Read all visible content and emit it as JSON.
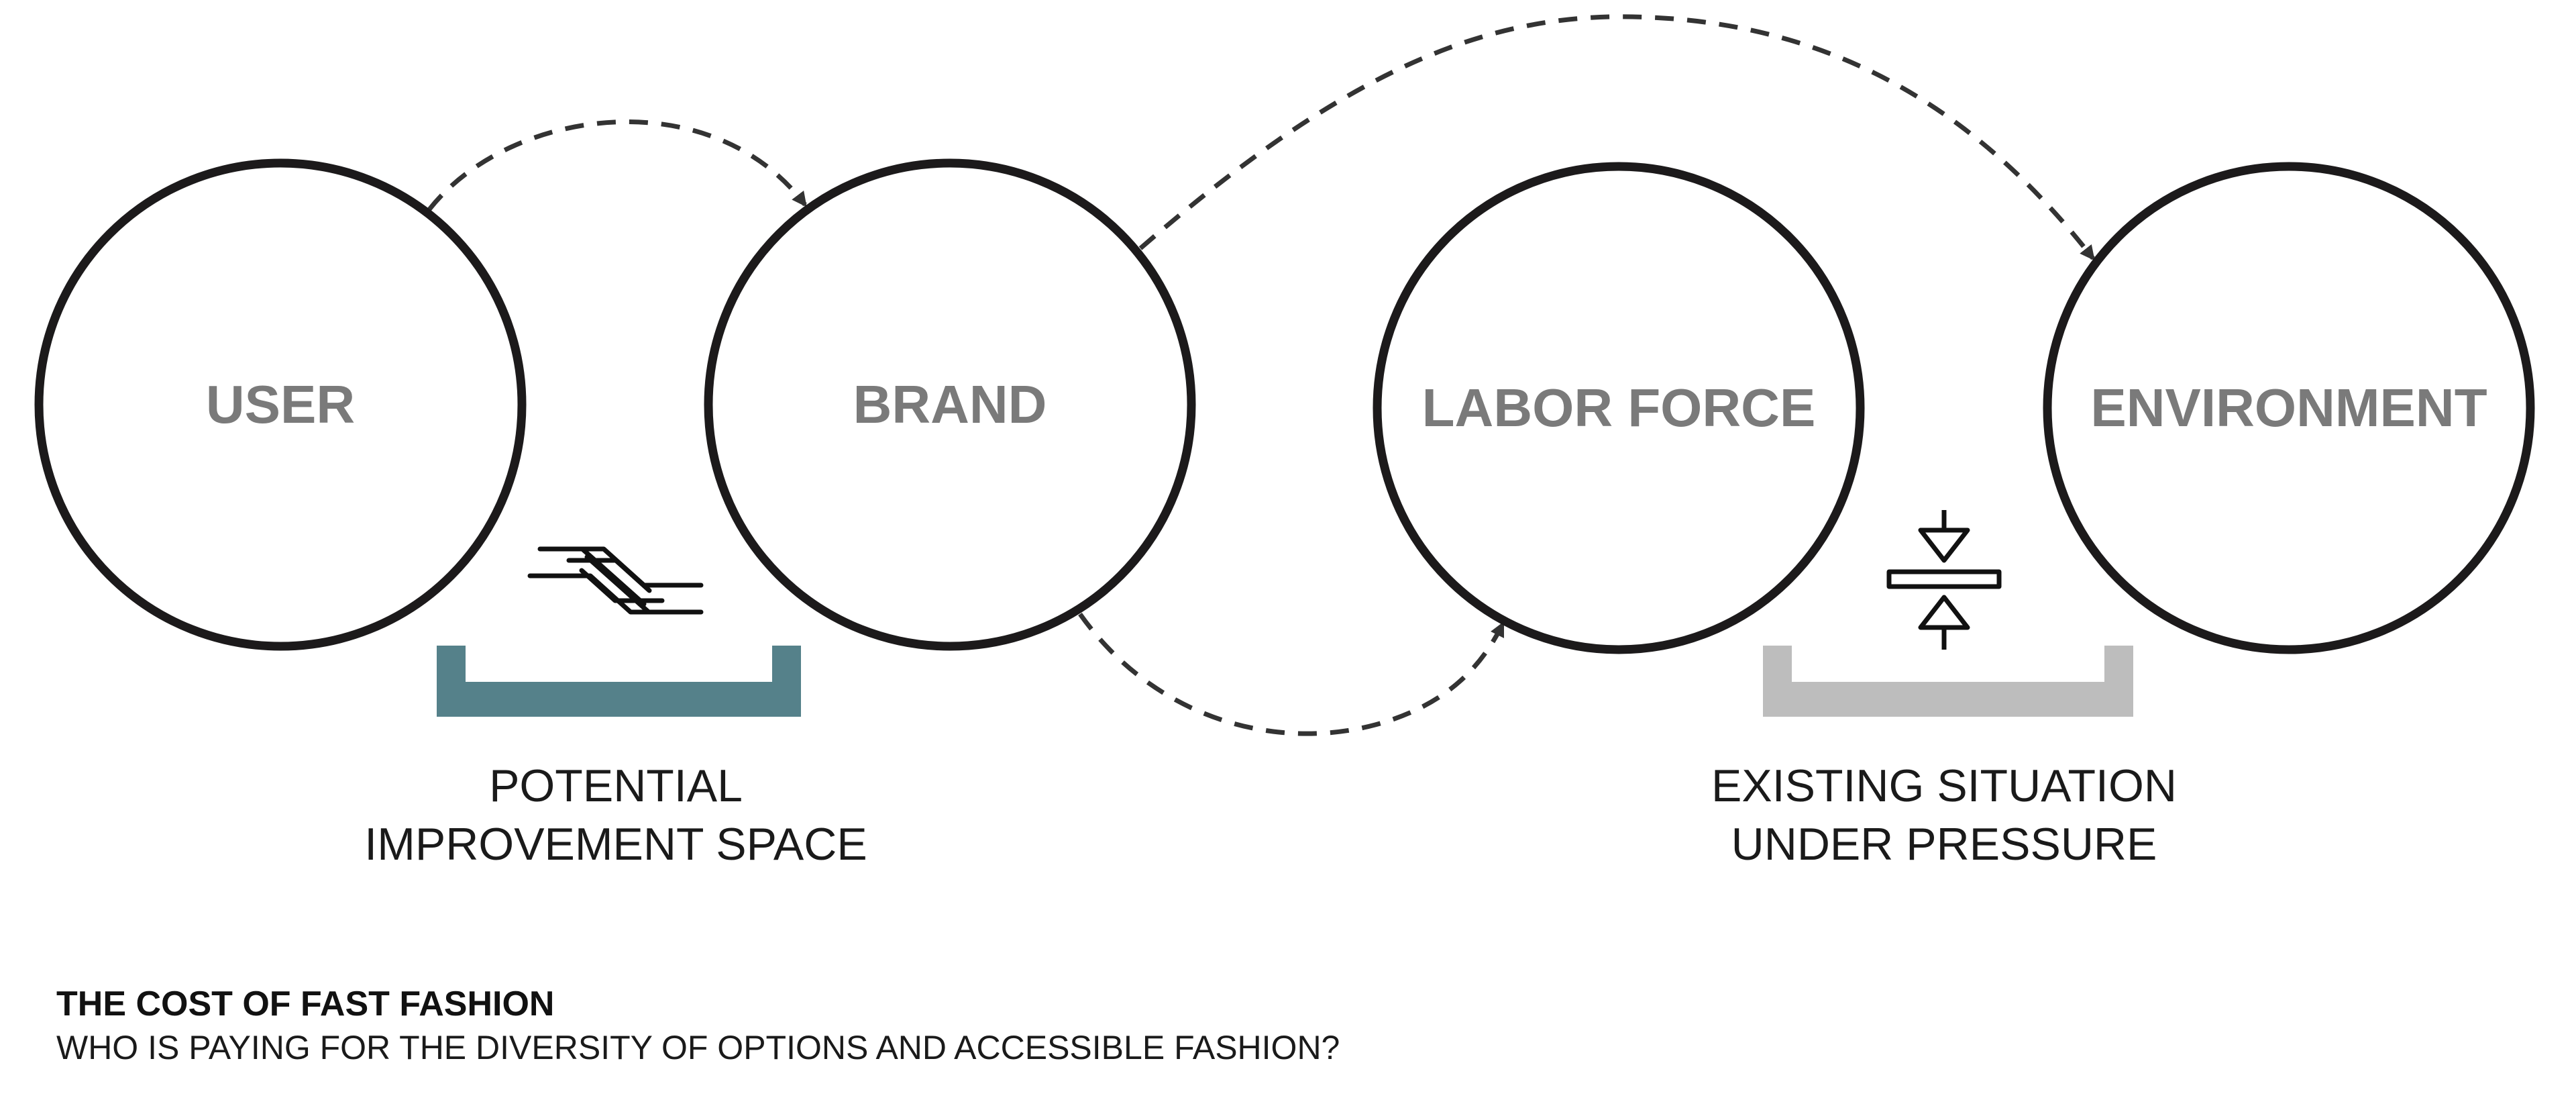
{
  "nodes": [
    {
      "id": "user",
      "label": "USER"
    },
    {
      "id": "brand",
      "label": "BRAND"
    },
    {
      "id": "labor",
      "label": "LABOR FORCE"
    },
    {
      "id": "environment",
      "label": "ENVIRONMENT"
    }
  ],
  "brackets": [
    {
      "id": "improvement",
      "color": "#55818a",
      "icon": "handshake-icon",
      "caption_lines": [
        "POTENTIAL",
        "IMPROVEMENT SPACE"
      ]
    },
    {
      "id": "pressure",
      "color": "#bdbdbd",
      "icon": "compression-icon",
      "caption_lines": [
        "EXISTING SITUATION",
        "UNDER PRESSURE"
      ]
    }
  ],
  "footer": {
    "title": "THE COST OF FAST FASHION",
    "subtitle": "WHO IS PAYING FOR THE DIVERSITY OF OPTIONS AND ACCESSIBLE FASHION?"
  },
  "colors": {
    "circle_stroke": "#1c1a1b",
    "label": "#7a7a7a",
    "arrow": "#333333"
  }
}
